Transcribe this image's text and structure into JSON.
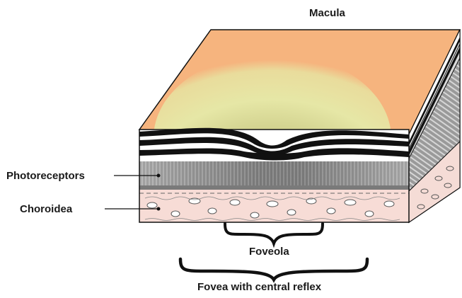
{
  "labels": {
    "macula": "Macula",
    "photoreceptors": "Photoreceptors",
    "choroidea": "Choroidea",
    "foveola": "Foveola",
    "fovea": "Fovea with central reflex"
  },
  "colors": {
    "surface": "#f6b47e",
    "macula_glow": "#e4e6a2",
    "fovea_dark": "#1c1c1c",
    "photoreceptor_band": "#8f8f8f",
    "choroid": "#f7dcd6",
    "outline": "#111111"
  }
}
